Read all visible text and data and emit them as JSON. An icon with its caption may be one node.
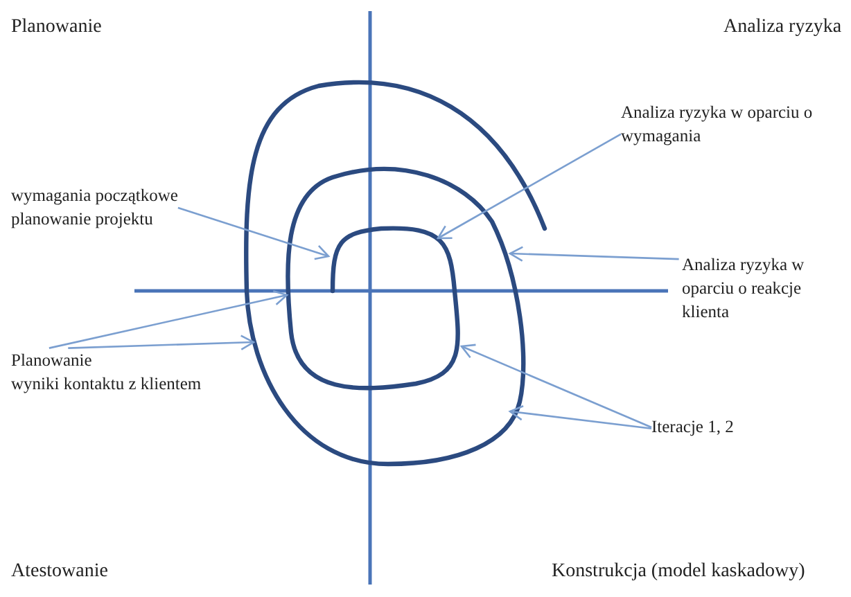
{
  "diagram": {
    "nodes": [
      {
        "text": [
          "wymagania początkowe",
          "planowanie projektu"
        ]
      },
      {
        "text": [
          "Analiza ryzyka w oparciu o wymagania"
        ]
      },
      {
        "text": [
          "Analiza ryzyka w oparciu o reakcje klienta"
        ]
      },
      {
        "text": [
          "Planowanie",
          "wyniki kontaktu z klientem"
        ]
      },
      {
        "text": [
          "Iteracje 1, 2"
        ]
      }
    ],
    "edges": [
      {
        "from": 0,
        "to": null,
        "arrow": "to"
      },
      {
        "from": 1,
        "to": null,
        "arrow": "to"
      },
      {
        "from": 2,
        "to": null,
        "arrow": "to"
      },
      {
        "from": 3,
        "to": null,
        "arrow": "to"
      },
      {
        "from": 3,
        "to": null,
        "arrow": "to"
      },
      {
        "from": 4,
        "to": null,
        "arrow": "to"
      },
      {
        "from": 4,
        "to": null,
        "arrow": "to"
      }
    ],
    "labels": [
      "Planowanie",
      "Analiza ryzyka",
      "Atestowanie",
      "Konstrukcja (model kaskadowy)"
    ]
  }
}
